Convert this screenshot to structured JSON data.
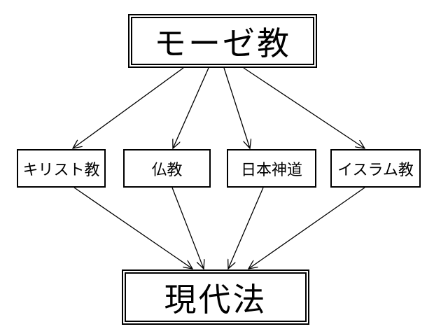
{
  "diagram": {
    "top_node": "モーゼ教",
    "middle_nodes": [
      "キリスト教",
      "仏教",
      "日本神道",
      "イスラム教"
    ],
    "bottom_node": "現代法",
    "edges": [
      {
        "from": "モーゼ教",
        "to": "キリスト教"
      },
      {
        "from": "モーゼ教",
        "to": "仏教"
      },
      {
        "from": "モーゼ教",
        "to": "日本神道"
      },
      {
        "from": "モーゼ教",
        "to": "イスラム教"
      },
      {
        "from": "キリスト教",
        "to": "現代法"
      },
      {
        "from": "仏教",
        "to": "現代法"
      },
      {
        "from": "日本神道",
        "to": "現代法"
      },
      {
        "from": "イスラム教",
        "to": "現代法"
      }
    ],
    "colors": {
      "line": "#000000",
      "background": "#ffffff"
    }
  }
}
